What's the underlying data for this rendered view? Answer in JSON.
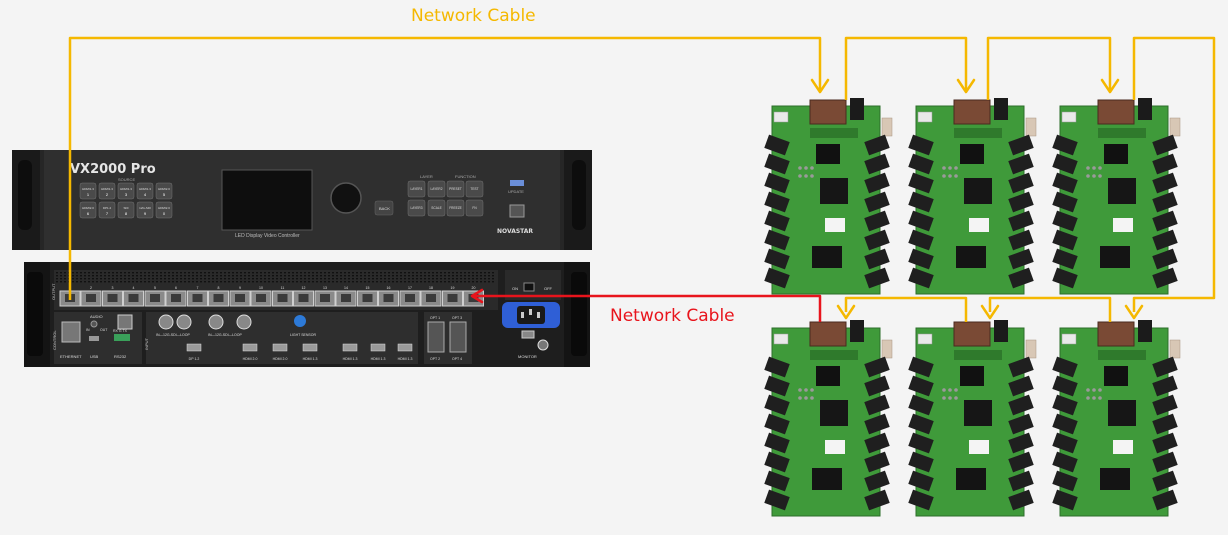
{
  "labels": {
    "network_cable_top": "Network Cable",
    "network_cable_right": "Network Cable"
  },
  "device_front": {
    "model": "VX2000 Pro",
    "source_heading": "SOURCE",
    "layer_heading": "LAYER",
    "function_heading": "FUNCTION",
    "source_buttons": [
      "HDMI1.3 1",
      "HDMI1.3 2",
      "HDMI1.3 3",
      "HDMI1.3 4",
      "HDMI2.0 5",
      "HDMI2.0 6",
      "DP1.2 7",
      "SDI 8",
      "12G-SDI 9",
      "HDMI2.0 0"
    ],
    "screen_caption": "LED Display Video Controller",
    "back_label": "BACK",
    "layer_buttons": [
      "LAYER1",
      "LAYER2",
      "LAYER3",
      "SCALE"
    ],
    "function_buttons": [
      "PRESET",
      "TEST",
      "FREEZE",
      "FN"
    ],
    "usb_label": "UPDATE",
    "brand": "NOVASTAR"
  },
  "device_rear": {
    "output_label": "OUTPUT",
    "control_label": "CONTROL",
    "input_label": "INPUT",
    "port_numbers": [
      "1",
      "2",
      "3",
      "4",
      "5",
      "6",
      "7",
      "8",
      "9",
      "10",
      "11",
      "12",
      "13",
      "14",
      "15",
      "16",
      "17",
      "18",
      "19",
      "20"
    ],
    "control_labels": [
      "ETHERNET",
      "USB",
      "RS232"
    ],
    "audio_labels": [
      "AUDIO",
      "IN",
      "OUT"
    ],
    "rs232_pins": "RX G TX",
    "sdi_labels": [
      "IN—12G-SDI—LOOP",
      "IN—12G-SDI—LOOP"
    ],
    "light_sensor": "LIGHT SENSOR",
    "input_port_labels": [
      "DP 1.2",
      "HDMI 2.0",
      "HDMI 2.0",
      "HDMI 1.3",
      "HDMI 1.3",
      "HDMI 1.3",
      "HDMI 1.3"
    ],
    "opt_labels": [
      "OPT 1",
      "OPT 2",
      "OPT 3",
      "OPT 4"
    ],
    "switch_labels": [
      "ON",
      "OFF"
    ],
    "monitor_label": "MONITOR"
  },
  "colors": {
    "background": "#f4f4f4",
    "yellow_cable": "#f5b800",
    "red_cable": "#e8141c",
    "device_body": "#2b2b2b",
    "card_pcb": "#3f9a3a"
  }
}
